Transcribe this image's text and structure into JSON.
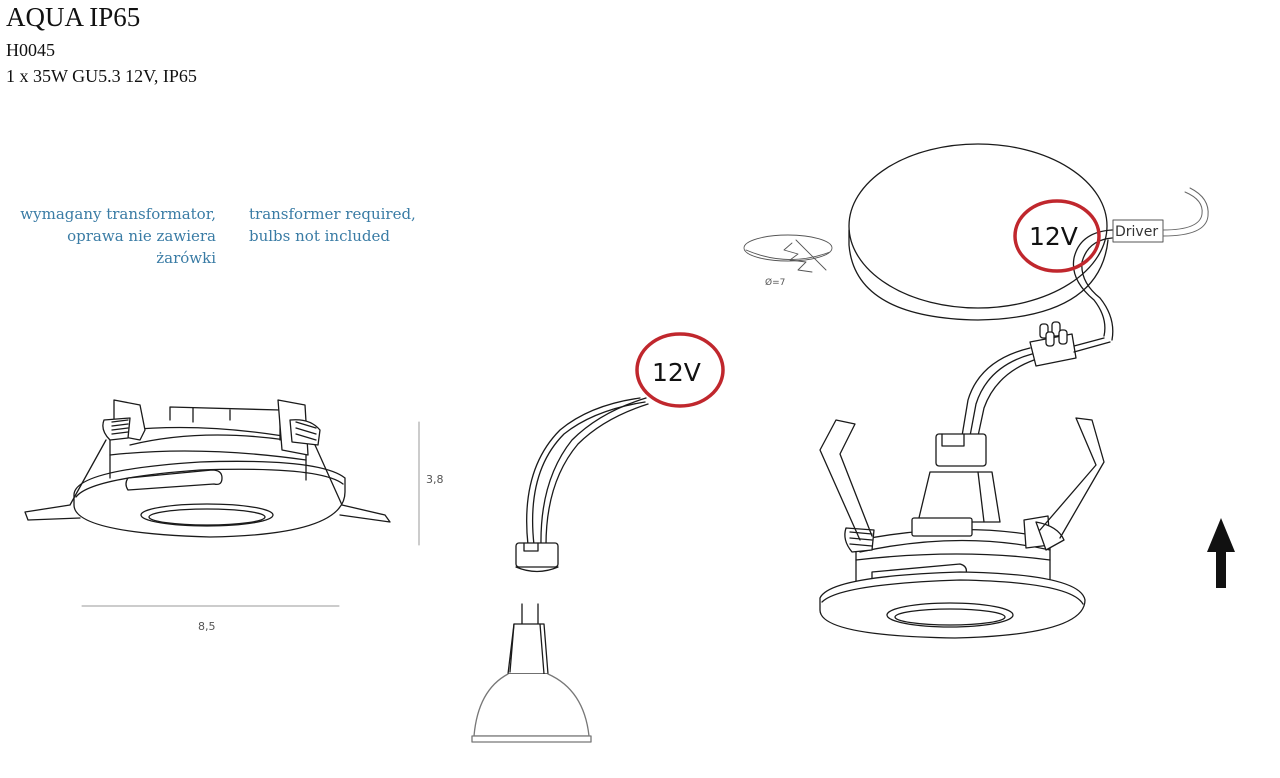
{
  "header": {
    "title": "AQUA IP65",
    "code": "H0045",
    "spec": "1 x 35W GU5.3 12V, IP65"
  },
  "notes": {
    "polish_line1": "wymagany transformator,",
    "polish_line2": "oprawa nie zawiera żarówki",
    "english_line1": "transformer required,",
    "english_line2": "bulbs not included"
  },
  "dimensions": {
    "height": "3,8",
    "width": "8,5",
    "cutout_diameter": "Ø=7"
  },
  "labels": {
    "voltage_bulb": "12V",
    "voltage_driver": "12V",
    "driver": "Driver"
  },
  "colors": {
    "note_text": "#3a7ca5",
    "highlight_circle": "#c0272d",
    "line": "#1a1a1a"
  },
  "icons": {
    "install_direction": "arrow-up-icon",
    "saw_cutout": "saw-cut-icon"
  }
}
